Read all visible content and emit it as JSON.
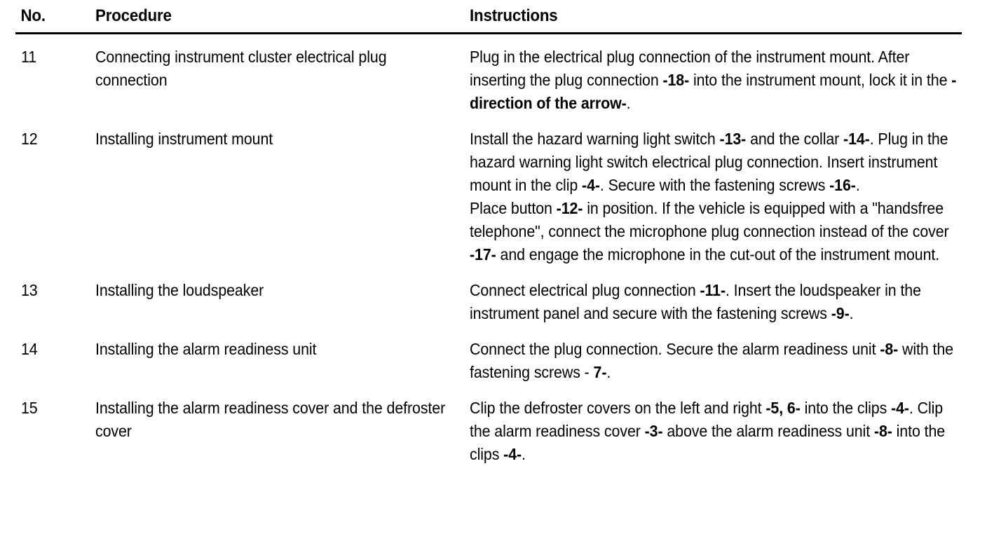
{
  "table": {
    "columns": [
      {
        "key": "no",
        "label": "No."
      },
      {
        "key": "procedure",
        "label": "Procedure"
      },
      {
        "key": "instructions",
        "label": "Instructions"
      }
    ],
    "rows": [
      {
        "no": "11",
        "procedure": "Connecting instrument cluster electrical plug connection",
        "instructions_paragraphs": [
          "Plug in the electrical plug connection of the instrument mount. After inserting the plug connection -18- into the instrument mount, lock it in the -direction of the arrow-."
        ],
        "instructions_html": [
          "Plug in the electrical plug connection of the instrument mount. After inserting the plug connection <b>-18-</b> into the instrument mount, lock it in the <b>-direction of the arrow-</b>."
        ],
        "references": [
          "18"
        ]
      },
      {
        "no": "12",
        "procedure": "Installing instrument mount",
        "instructions_paragraphs": [
          "Install the hazard warning light switch -13- and the collar -14-. Plug in the hazard warning light switch electrical plug connection. Insert instrument mount in the clip -4-. Secure with the fastening screws -16-.",
          "Place button -12- in position. If the vehicle is equipped with a \"handsfree telephone\", connect the microphone plug connection instead of the cover -17- and engage the microphone in the cut-out of the instrument mount."
        ],
        "instructions_html": [
          "Install the hazard warning light switch <b>-13-</b> and the collar <b>-14-</b>. Plug in the hazard warning light switch electrical plug connection. Insert instrument mount in the clip <b>-4-</b>. Secure with the fastening screws <b>-16-</b>.",
          "Place button <b>-12-</b> in position. If the vehicle is equipped with a \"handsfree telephone\", connect the microphone plug connection instead of the cover <b>-17-</b> and engage the microphone in the cut-out of the instrument mount."
        ],
        "references": [
          "13",
          "14",
          "4",
          "16",
          "12",
          "17"
        ]
      },
      {
        "no": "13",
        "procedure": "Installing the loudspeaker",
        "instructions_paragraphs": [
          "Connect electrical plug connection -11-. Insert the loudspeaker in the instrument panel and secure with the fastening screws -9-."
        ],
        "instructions_html": [
          "Connect electrical plug connection <b>-11-</b>. Insert the loud­speaker in the instrument panel and secure with the fasten­ing screws <b>-9-</b>."
        ],
        "references": [
          "11",
          "9"
        ]
      },
      {
        "no": "14",
        "procedure": "Installing the alarm readiness unit",
        "instructions_paragraphs": [
          "Connect the plug connection. Secure the alarm readiness unit -8- with the fastening screws - 7-."
        ],
        "instructions_html": [
          "Connect the plug connection. Secure the alarm readiness unit <b>-8-</b> with the fastening screws - <b>7-</b>."
        ],
        "references": [
          "8",
          "7"
        ]
      },
      {
        "no": "15",
        "procedure": "Installing the alarm readiness cover and the defroster cover",
        "instructions_paragraphs": [
          "Clip the defroster covers on the left and right -5, 6- into the clips -4-. Clip the alarm readiness cover -3- above the alarm readiness unit -8- into the clips -4-."
        ],
        "instructions_html": [
          "Clip the defroster covers on the left and right <b>-5, 6-</b> into the clips <b>-4-</b>. Clip the alarm readiness cover <b>-3-</b> above the alarm readiness unit <b>-8-</b> into the clips <b>-4-</b>."
        ],
        "references": [
          "5",
          "6",
          "4",
          "3",
          "8"
        ]
      }
    ]
  },
  "style": {
    "text_color": "#000000",
    "background_color": "#ffffff",
    "rule_color": "#000000"
  }
}
